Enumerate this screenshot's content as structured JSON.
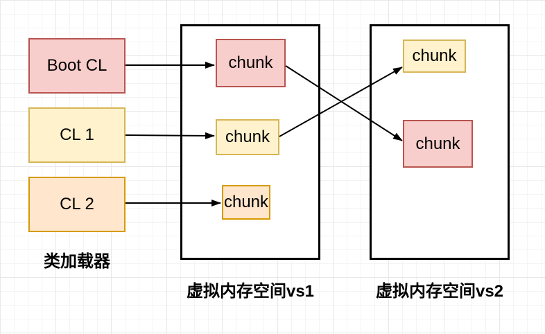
{
  "arrows": {
    "color": "#000000"
  },
  "loaders": {
    "caption": "类加载器",
    "items": [
      {
        "id": "boot-cl",
        "label": "Boot CL",
        "fill": "#f8cecc",
        "border": "#b85450"
      },
      {
        "id": "cl-1",
        "label": "CL 1",
        "fill": "#fff2cc",
        "border": "#d6b656"
      },
      {
        "id": "cl-2",
        "label": "CL 2",
        "fill": "#ffe6cc",
        "border": "#d79b00"
      }
    ]
  },
  "vs1": {
    "caption": "虚拟内存空间vs1",
    "chunks": [
      {
        "id": "vs1-chunk-1",
        "label": "chunk",
        "fill": "#f8cecc",
        "border": "#b85450"
      },
      {
        "id": "vs1-chunk-2",
        "label": "chunk",
        "fill": "#fff2cc",
        "border": "#d6b656"
      },
      {
        "id": "vs1-chunk-3",
        "label": "chunk",
        "fill": "#ffe6cc",
        "border": "#d79b00"
      }
    ]
  },
  "vs2": {
    "caption": "虚拟内存空间vs2",
    "chunks": [
      {
        "id": "vs2-chunk-1",
        "label": "chunk",
        "fill": "#fff2cc",
        "border": "#d6b656"
      },
      {
        "id": "vs2-chunk-2",
        "label": "chunk",
        "fill": "#f8cecc",
        "border": "#b85450"
      }
    ]
  },
  "edges": [
    {
      "from": "boot-cl",
      "to": "vs1-chunk-1"
    },
    {
      "from": "cl-1",
      "to": "vs1-chunk-2"
    },
    {
      "from": "cl-2",
      "to": "vs1-chunk-3"
    },
    {
      "from": "vs1-chunk-1",
      "to": "vs2-chunk-2"
    },
    {
      "from": "vs1-chunk-2",
      "to": "vs2-chunk-1"
    }
  ]
}
